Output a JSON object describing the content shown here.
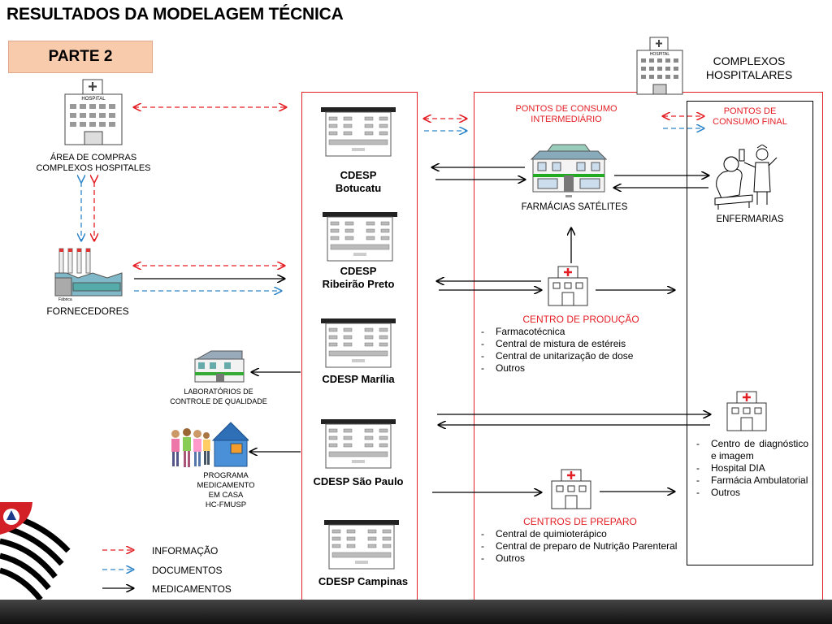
{
  "title": "RESULTADOS DA MODELAGEM TÉCNICA",
  "parte": "PARTE 2",
  "complexos": {
    "line1": "COMPLEXOS",
    "line2": "HOSPITALARES"
  },
  "hospital_sign": "HOSPITAL",
  "area_compras": {
    "line1": "ÁREA DE COMPRAS",
    "line2": "COMPLEXOS HOSPITALES"
  },
  "fornecedores": "FORNECEDORES",
  "fabrica_label": "Fábrica",
  "laboratorios": {
    "line1": "LABORATÓRIOS DE",
    "line2": "CONTROLE DE QUALIDADE"
  },
  "programa": {
    "line1": "PROGRAMA",
    "line2": "MEDICAMENTO",
    "line3": "EM CASA",
    "line4": "HC-FMUSP"
  },
  "cdesp": [
    {
      "line1": "CDESP",
      "line2": "Botucatu"
    },
    {
      "line1": "CDESP",
      "line2": "Ribeirão Preto"
    },
    {
      "line1": "CDESP Marília",
      "line2": ""
    },
    {
      "line1": "CDESP São Paulo",
      "line2": ""
    },
    {
      "line1": "CDESP Campinas",
      "line2": ""
    }
  ],
  "pontos_intermediario": {
    "line1": "PONTOS DE CONSUMO",
    "line2": "INTERMEDIÁRIO"
  },
  "pontos_final": {
    "line1": "PONTOS DE",
    "line2": "CONSUMO FINAL"
  },
  "farmacias": "FARMÁCIAS SATÉLITES",
  "enfermarias": "ENFERMARIAS",
  "centro_producao": {
    "title": "CENTRO DE PRODUÇÃO",
    "items": [
      "Farmacotécnica",
      "Central de mistura de estéreis",
      "Central de unitarização de dose",
      "Outros"
    ]
  },
  "centros_preparo": {
    "title": "CENTROS DE PREPARO",
    "items": [
      "Central de quimioterápico",
      "Central de preparo de Nutrição Parenteral",
      "Outros"
    ]
  },
  "final_items": [
    "Centro de diagnóstico e imagem",
    "Hospital DIA",
    "Farmácia Ambulatorial",
    "Outros"
  ],
  "legend": {
    "informacao": "INFORMAÇÃO",
    "documentos": "DOCUMENTOS",
    "medicamentos": "MEDICAMENTOS"
  },
  "colors": {
    "red": "#e31e24",
    "blue": "#2e86c9",
    "black": "#000000",
    "parte_bg": "#f8cbad"
  }
}
